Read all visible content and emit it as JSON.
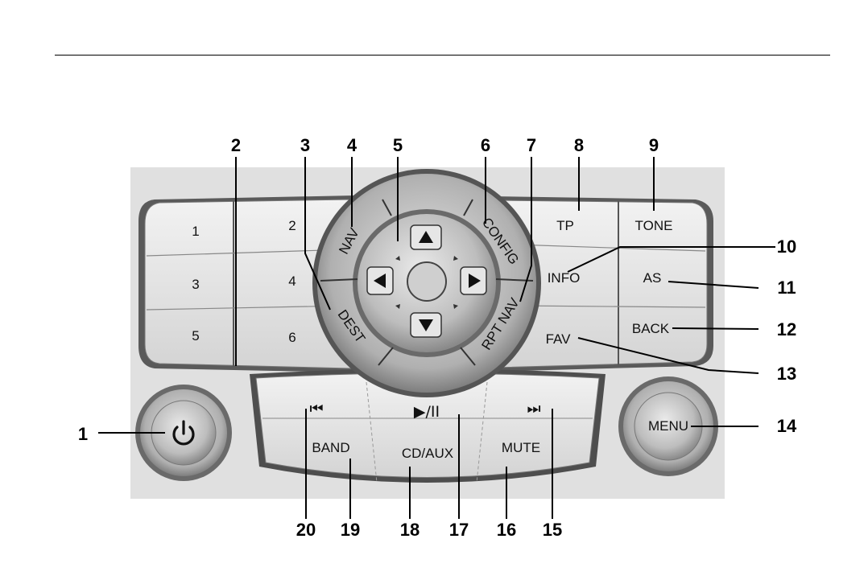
{
  "buttons": {
    "preset_1": "1",
    "preset_2": "2",
    "preset_3": "3",
    "preset_4": "4",
    "preset_5": "5",
    "preset_6": "6",
    "nav": "NAV",
    "dest": "DEST",
    "config": "CONFIG",
    "rpt_nav": "RPT NAV",
    "tp": "TP",
    "info": "INFO",
    "fav": "FAV",
    "tone": "TONE",
    "as": "AS",
    "back": "BACK",
    "menu": "MENU",
    "band": "BAND",
    "cd_aux": "CD/AUX",
    "mute": "MUTE",
    "play_pause": "▶/II",
    "seek_back": "⏮",
    "seek_forward": "⏭"
  },
  "icons": {
    "power": "power-icon",
    "up": "arrow-up-icon",
    "down": "arrow-down-icon",
    "left": "arrow-left-icon",
    "right": "arrow-right-icon",
    "seek_back": "skip-back-icon",
    "seek_forward": "skip-forward-icon",
    "play_pause": "play-pause-icon"
  },
  "callouts": [
    "1",
    "2",
    "3",
    "4",
    "5",
    "6",
    "7",
    "8",
    "9",
    "10",
    "11",
    "12",
    "13",
    "14",
    "15",
    "16",
    "17",
    "18",
    "19",
    "20"
  ]
}
